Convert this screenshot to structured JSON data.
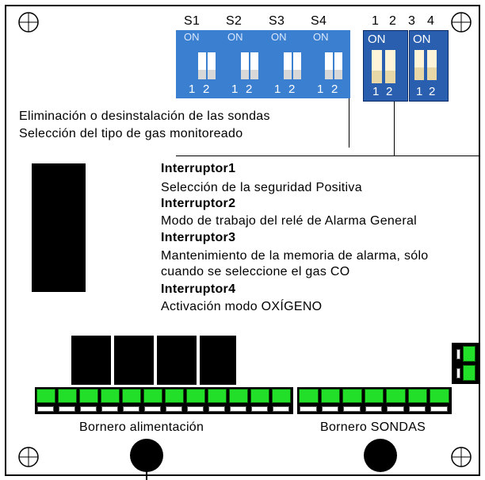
{
  "dip_group_a": {
    "headers": [
      "S1",
      "S2",
      "S3",
      "S4"
    ],
    "on_label": "ON",
    "pin_labels": [
      "1",
      "2"
    ]
  },
  "dip_group_b": {
    "headers": [
      "1",
      "2",
      "3",
      "4"
    ],
    "on_label": "ON",
    "pin_labels": [
      "1",
      "2"
    ]
  },
  "notes": {
    "line1": "Eliminación o desinstalación de las sondas",
    "line2": "Selección del tipo de gas  monitoreado"
  },
  "switches": [
    {
      "title": "Interruptor1",
      "desc": [
        "Selección de la seguridad Positiva"
      ]
    },
    {
      "title": "Interruptor2",
      "desc": [
        "Modo de trabajo del relé de Alarma General"
      ]
    },
    {
      "title": "Interruptor3",
      "desc": [
        "Mantenimiento de la memoria de alarma, sólo",
        "cuando se seleccione el gas CO"
      ]
    },
    {
      "title": "Interruptor4",
      "desc": [
        "Activación modo OXÍGENO"
      ]
    }
  ],
  "terminals": {
    "power_label": "Bornero alimentación",
    "probes_label": "Bornero SONDAS"
  },
  "colors": {
    "dip_blue": "#3b7fd0",
    "terminal_green": "#22e02a"
  }
}
